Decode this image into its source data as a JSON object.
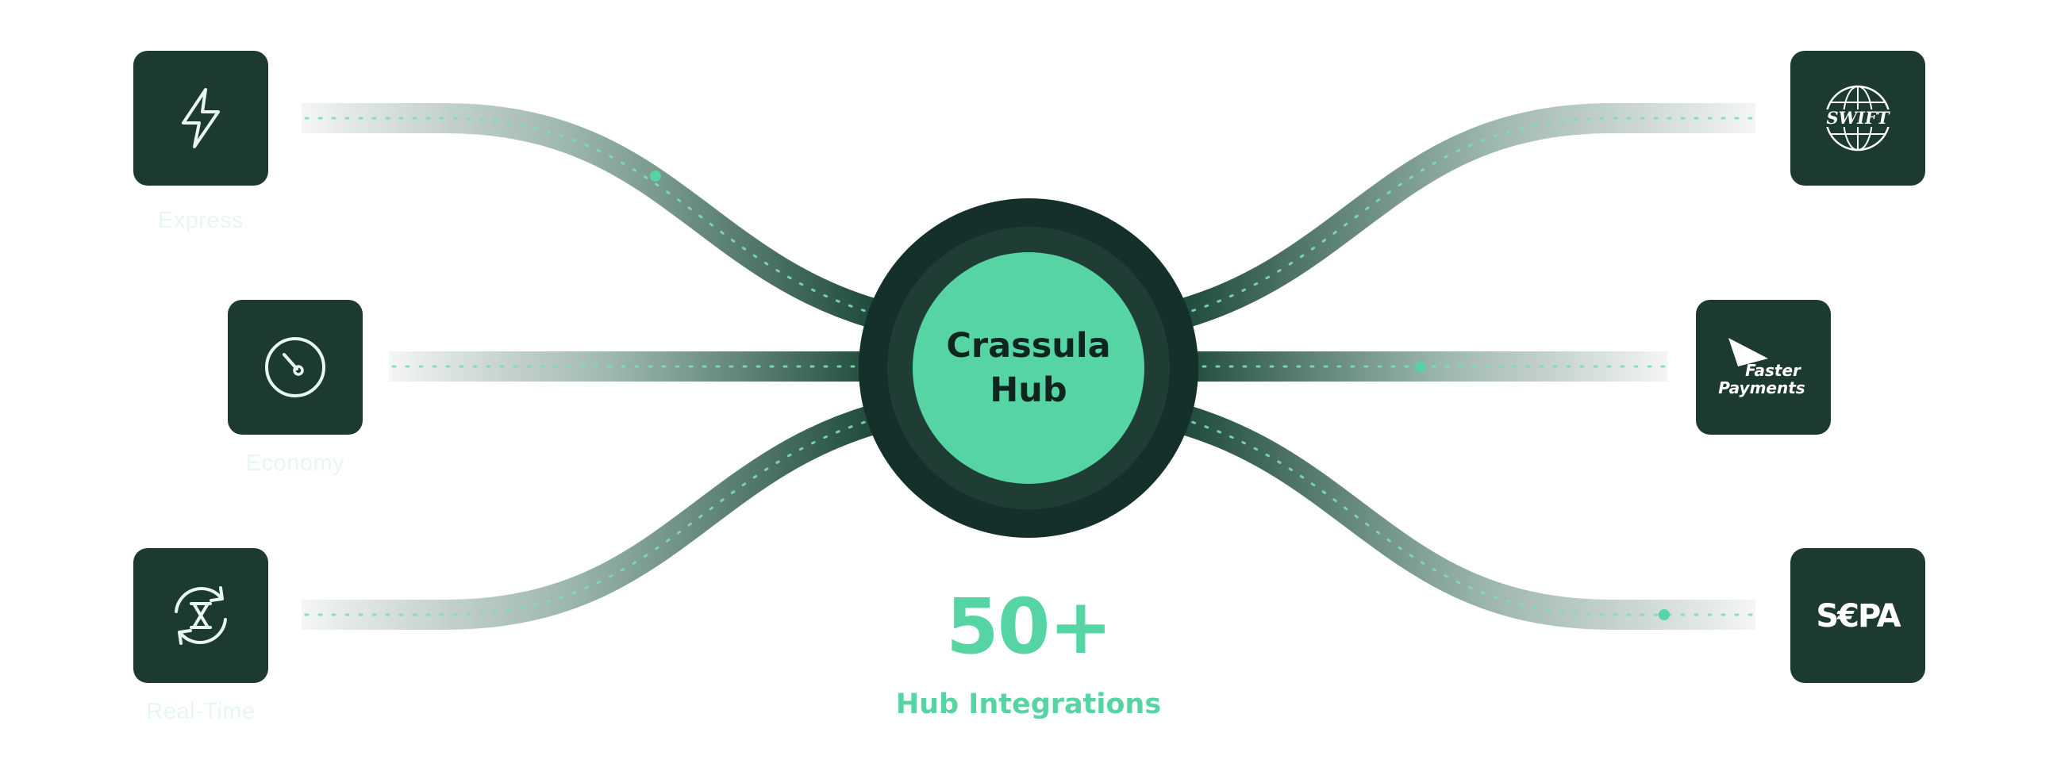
{
  "hub": {
    "title_line1": "Crassula",
    "title_line2": "Hub"
  },
  "stat": {
    "value": "50+",
    "label": "Hub Integrations"
  },
  "left_nodes": [
    {
      "label": "Express",
      "icon": "lightning-bolt-icon"
    },
    {
      "label": "Economy",
      "icon": "gauge-icon"
    },
    {
      "label": "Real-Time",
      "icon": "hourglass-refresh-icon"
    }
  ],
  "right_nodes": [
    {
      "logo": "swift-logo",
      "text": "SWIFT"
    },
    {
      "logo": "faster-payments-logo",
      "text_line1": "Faster",
      "text_line2": "Payments"
    },
    {
      "logo": "sepa-logo",
      "text": "S€PA"
    }
  ],
  "colors": {
    "tile": "#1d3a31",
    "hub_outer": "#15302a",
    "hub_ring": "#1f3d34",
    "hub_core": "#57d4a3",
    "accent": "#57d4a3",
    "label_faint": "#e8f7f1"
  }
}
